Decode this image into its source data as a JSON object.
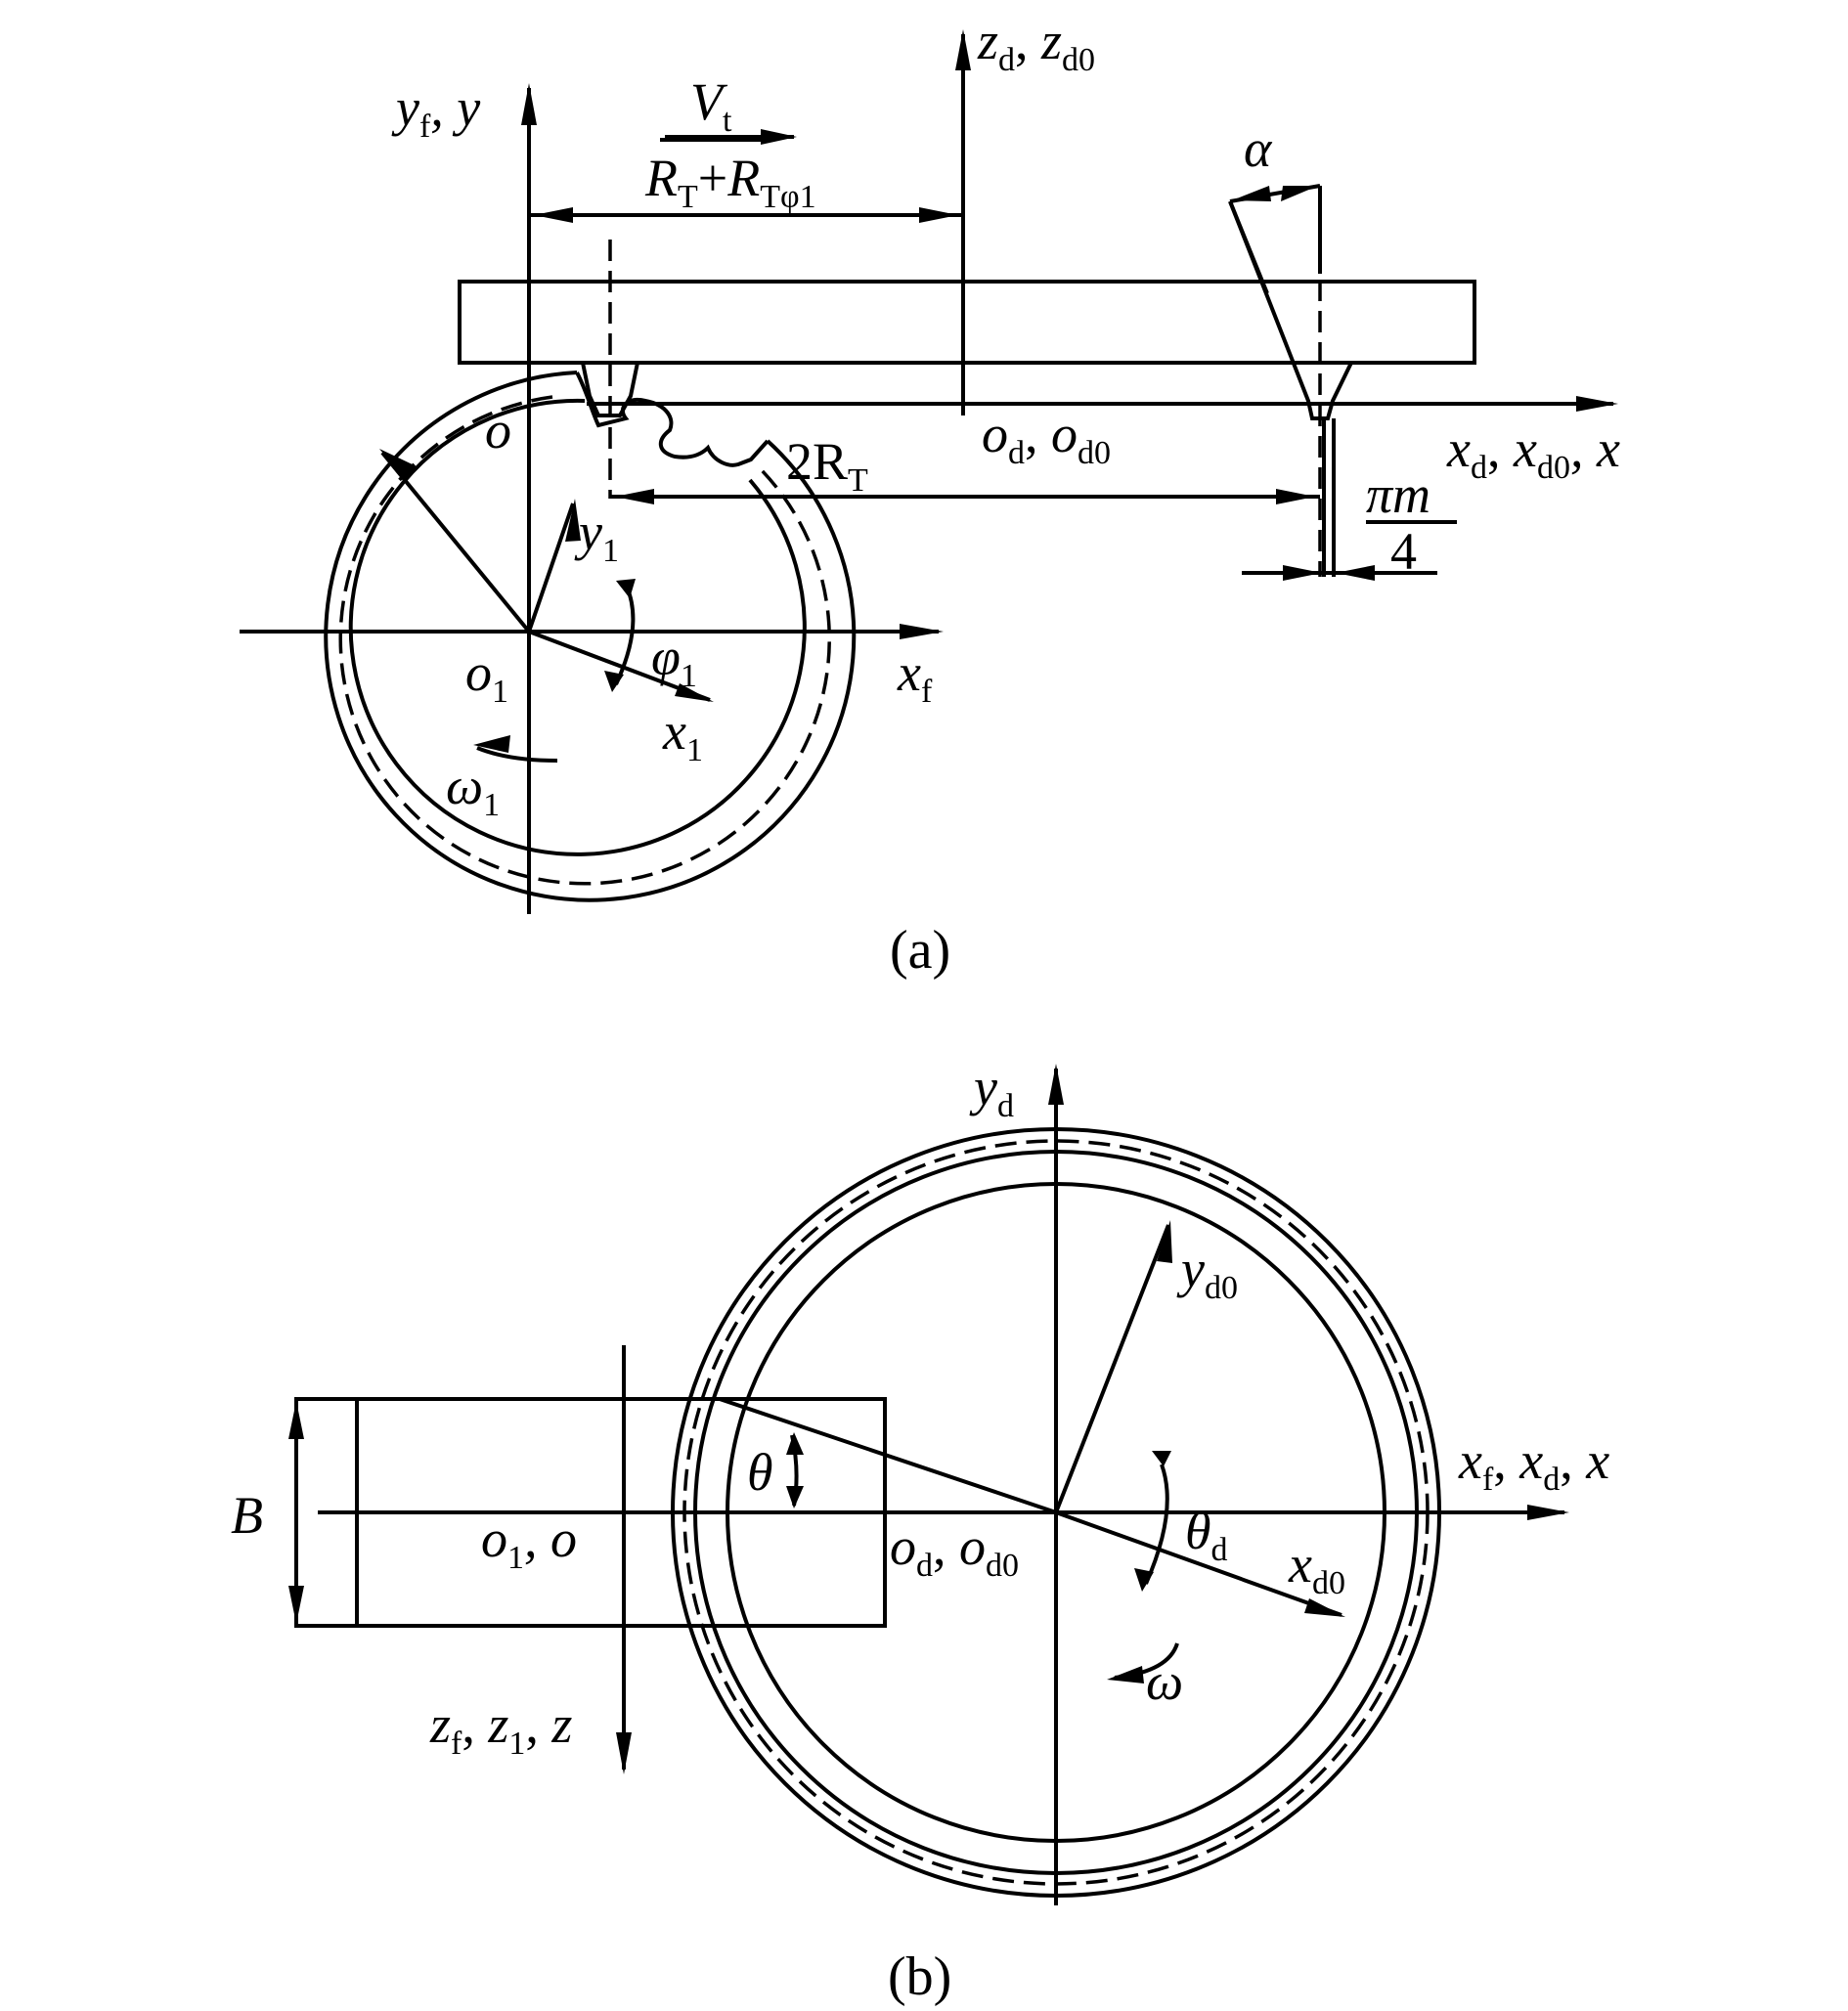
{
  "panel_a": {
    "caption": "(a)",
    "labels": {
      "yf": "y",
      "yf_sub": "f",
      "y": ", y",
      "zd": "z",
      "zd_sub": "d",
      "zd_sep": ", ",
      "zd0": "z",
      "zd0_sub": "d0",
      "vt": "V",
      "vt_sub": "t",
      "rt1": "R",
      "rt1_sub": "T",
      "plus": "+",
      "rt2": "R",
      "rt2_sub": "Tφ1",
      "alpha": "α",
      "o": "o",
      "od": "o",
      "od_sub": "d",
      "od_sep": ", ",
      "od0": "o",
      "od0_sub": "d0",
      "xd": "x",
      "xd_sub": "d",
      "xd_sep": ", ",
      "xd0": "x",
      "xd0_sub": "d0",
      "x": ", x",
      "two_rt": "2R",
      "two_rt_sub": "T",
      "pi_m": "πm",
      "four": "4",
      "y1": "y",
      "y1_sub": "1",
      "phi1": "φ",
      "phi1_sub": "1",
      "o1": "o",
      "o1_sub": "1",
      "xf": "x",
      "xf_sub": "f",
      "x1": "x",
      "x1_sub": "1",
      "omega1": "ω",
      "omega1_sub": "1"
    }
  },
  "panel_b": {
    "caption": "(b)",
    "labels": {
      "yd": "y",
      "yd_sub": "d",
      "yd0": "y",
      "yd0_sub": "d0",
      "xf": "x",
      "xf_sub": "f",
      "c1": ", ",
      "xd": "x",
      "xd_sub": "d",
      "c2": ", ",
      "x": "x",
      "theta": "θ",
      "B": "B",
      "o1": "o",
      "o1_sub": "1",
      "o": ", o",
      "od": "o",
      "od_sub": "d",
      "od_sep": ", ",
      "od0": "o",
      "od0_sub": "d0",
      "thetad": "θ",
      "thetad_sub": "d",
      "xd0": "x",
      "xd0_sub": "d0",
      "omega": "ω",
      "zf": "z",
      "zf_sub": "f",
      "zc1": ", ",
      "z1": "z",
      "z1_sub": "1",
      "zc2": ", ",
      "z": "z"
    }
  }
}
